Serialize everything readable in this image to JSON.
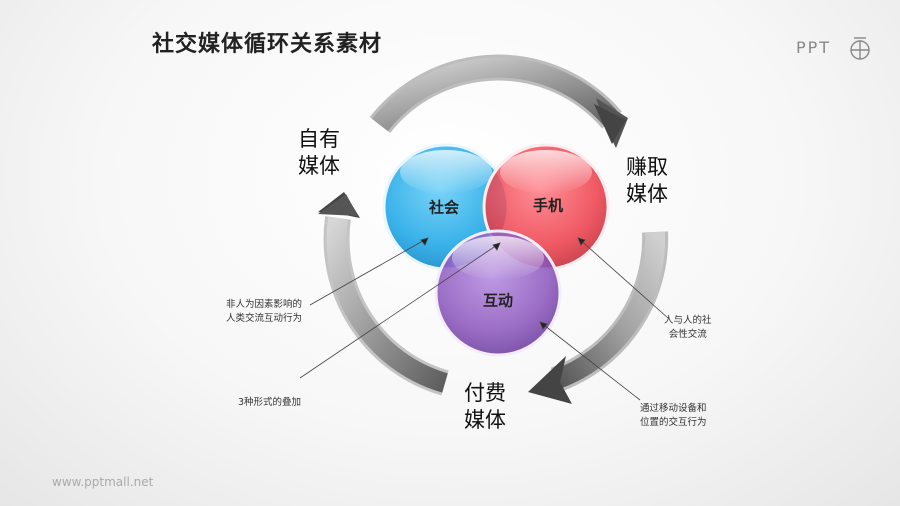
{
  "title": "社交媒体循环关系素材",
  "logo_text": "PPT",
  "footer": "www.pptmall.net",
  "circles": {
    "social": "社会",
    "phone": "手机",
    "interact": "互动"
  },
  "media": {
    "own_line1": "自有",
    "own_line2": "媒体",
    "earned_line1": "赚取",
    "earned_line2": "媒体",
    "paid_line1": "付费",
    "paid_line2": "媒体"
  },
  "notes": {
    "left1_line1": "非人为因素影响的",
    "left1_line2": "人类交流互动行为",
    "left2": "3种形式的叠加",
    "right1_line1": "人与人的社",
    "right1_line2": "会性交流",
    "right2_line1": "通过移动设备和",
    "right2_line2": "位置的交互行为"
  },
  "colors": {
    "social": "#29ACE8",
    "phone": "#EE3E4A",
    "interact": "#8B55BD",
    "arrow": "#8a8a8a"
  }
}
